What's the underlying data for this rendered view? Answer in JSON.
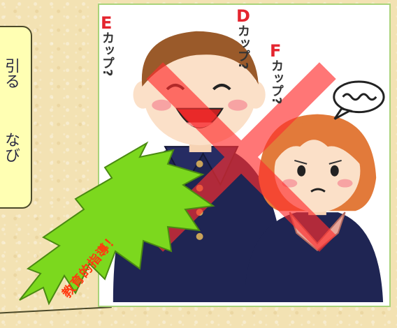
{
  "note": {
    "line_a": "引る",
    "line_b": "なび"
  },
  "illustration": {
    "cup_e": {
      "letter": "E",
      "text": "カップ?"
    },
    "cup_d": {
      "letter": "D",
      "text": "カップ?"
    },
    "cup_f": {
      "letter": "F",
      "text": "カップ?"
    },
    "speech_mark": "〰〰"
  },
  "burst": {
    "text": "教育的指導！",
    "fill_color": "#7cd81e",
    "text_color": "#ff3a10"
  },
  "colors": {
    "background": "#f3e2b3",
    "frame_border": "#a9d37a",
    "cross": "#ff2e2e",
    "note_fill": "#ffffb3"
  }
}
